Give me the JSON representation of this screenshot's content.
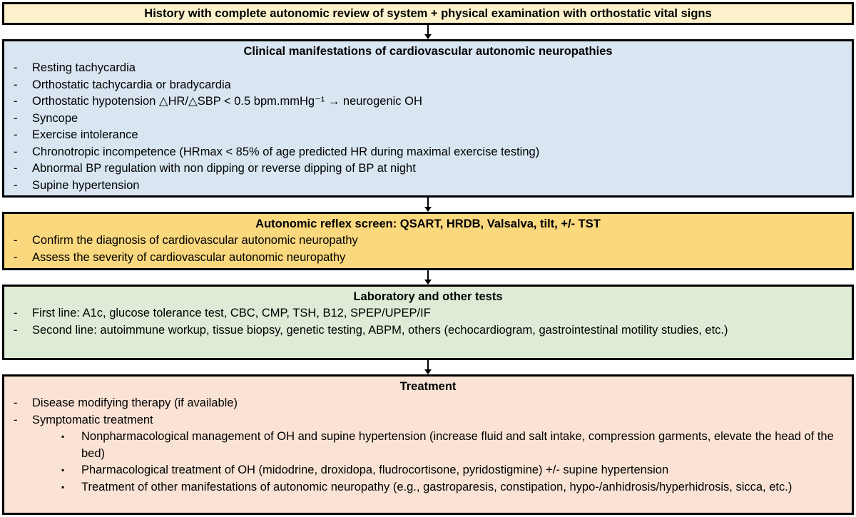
{
  "bullets": {
    "dash": "-",
    "square": "▪"
  },
  "colors": {
    "history_bg": "#FCF2CC",
    "clinical_bg": "#D9E6F2",
    "reflex_bg": "#FAD87D",
    "laboratory_bg": "#DEEBD6",
    "treatment_bg": "#FAE3D5",
    "border": "#000000",
    "arrow": "#000000",
    "text": "#000000"
  },
  "boxes": [
    {
      "title": "History with complete autonomic review of system + physical examination with orthostatic vital signs",
      "bg": "#FCF2CC",
      "items": []
    },
    {
      "title": "Clinical manifestations of cardiovascular autonomic neuropathies",
      "bg": "#D9E6F2",
      "items": [
        {
          "level": 1,
          "text": "Resting tachycardia"
        },
        {
          "level": 1,
          "text": "Orthostatic tachycardia or bradycardia"
        },
        {
          "level": 1,
          "text": "Orthostatic hypotension △HR/△SBP < 0.5 bpm.mmHg⁻¹ → neurogenic OH"
        },
        {
          "level": 1,
          "text": "Syncope"
        },
        {
          "level": 1,
          "text": "Exercise intolerance"
        },
        {
          "level": 1,
          "text": "Chronotropic incompetence (HRmax < 85% of age predicted HR during maximal exercise testing)"
        },
        {
          "level": 1,
          "text": "Abnormal BP regulation with non dipping or reverse dipping of BP at night"
        },
        {
          "level": 1,
          "text": "Supine hypertension"
        }
      ]
    },
    {
      "title": "Autonomic reflex screen: QSART, HRDB, Valsalva, tilt, +/- TST",
      "bg": "#FAD87D",
      "items": [
        {
          "level": 1,
          "text": "Confirm the diagnosis of cardiovascular autonomic neuropathy"
        },
        {
          "level": 1,
          "text": "Assess the severity of cardiovascular autonomic neuropathy"
        }
      ]
    },
    {
      "title": "Laboratory and other tests",
      "bg": "#DEEBD6",
      "items": [
        {
          "level": 1,
          "text": "First line: A1c, glucose tolerance test, CBC, CMP, TSH, B12, SPEP/UPEP/IF"
        },
        {
          "level": 1,
          "text": "Second line: autoimmune workup, tissue biopsy, genetic testing, ABPM, others (echocardiogram, gastrointestinal motility studies, etc.)"
        }
      ]
    },
    {
      "title": "Treatment",
      "bg": "#FAE3D5",
      "items": [
        {
          "level": 1,
          "text": "Disease modifying therapy (if available)"
        },
        {
          "level": 1,
          "text": "Symptomatic treatment"
        },
        {
          "level": 2,
          "text": "Nonpharmacological management of OH and supine hypertension (increase fluid and salt intake, compression garments, elevate the head of the bed)"
        },
        {
          "level": 2,
          "text": "Pharmacological treatment of OH (midodrine, droxidopa, fludrocortisone, pyridostigmine) +/- supine hypertension"
        },
        {
          "level": 2,
          "text": "Treatment of other manifestations of autonomic neuropathy (e.g., gastroparesis, constipation, hypo-/anhidrosis/hyperhidrosis, sicca, etc.)"
        }
      ]
    }
  ]
}
